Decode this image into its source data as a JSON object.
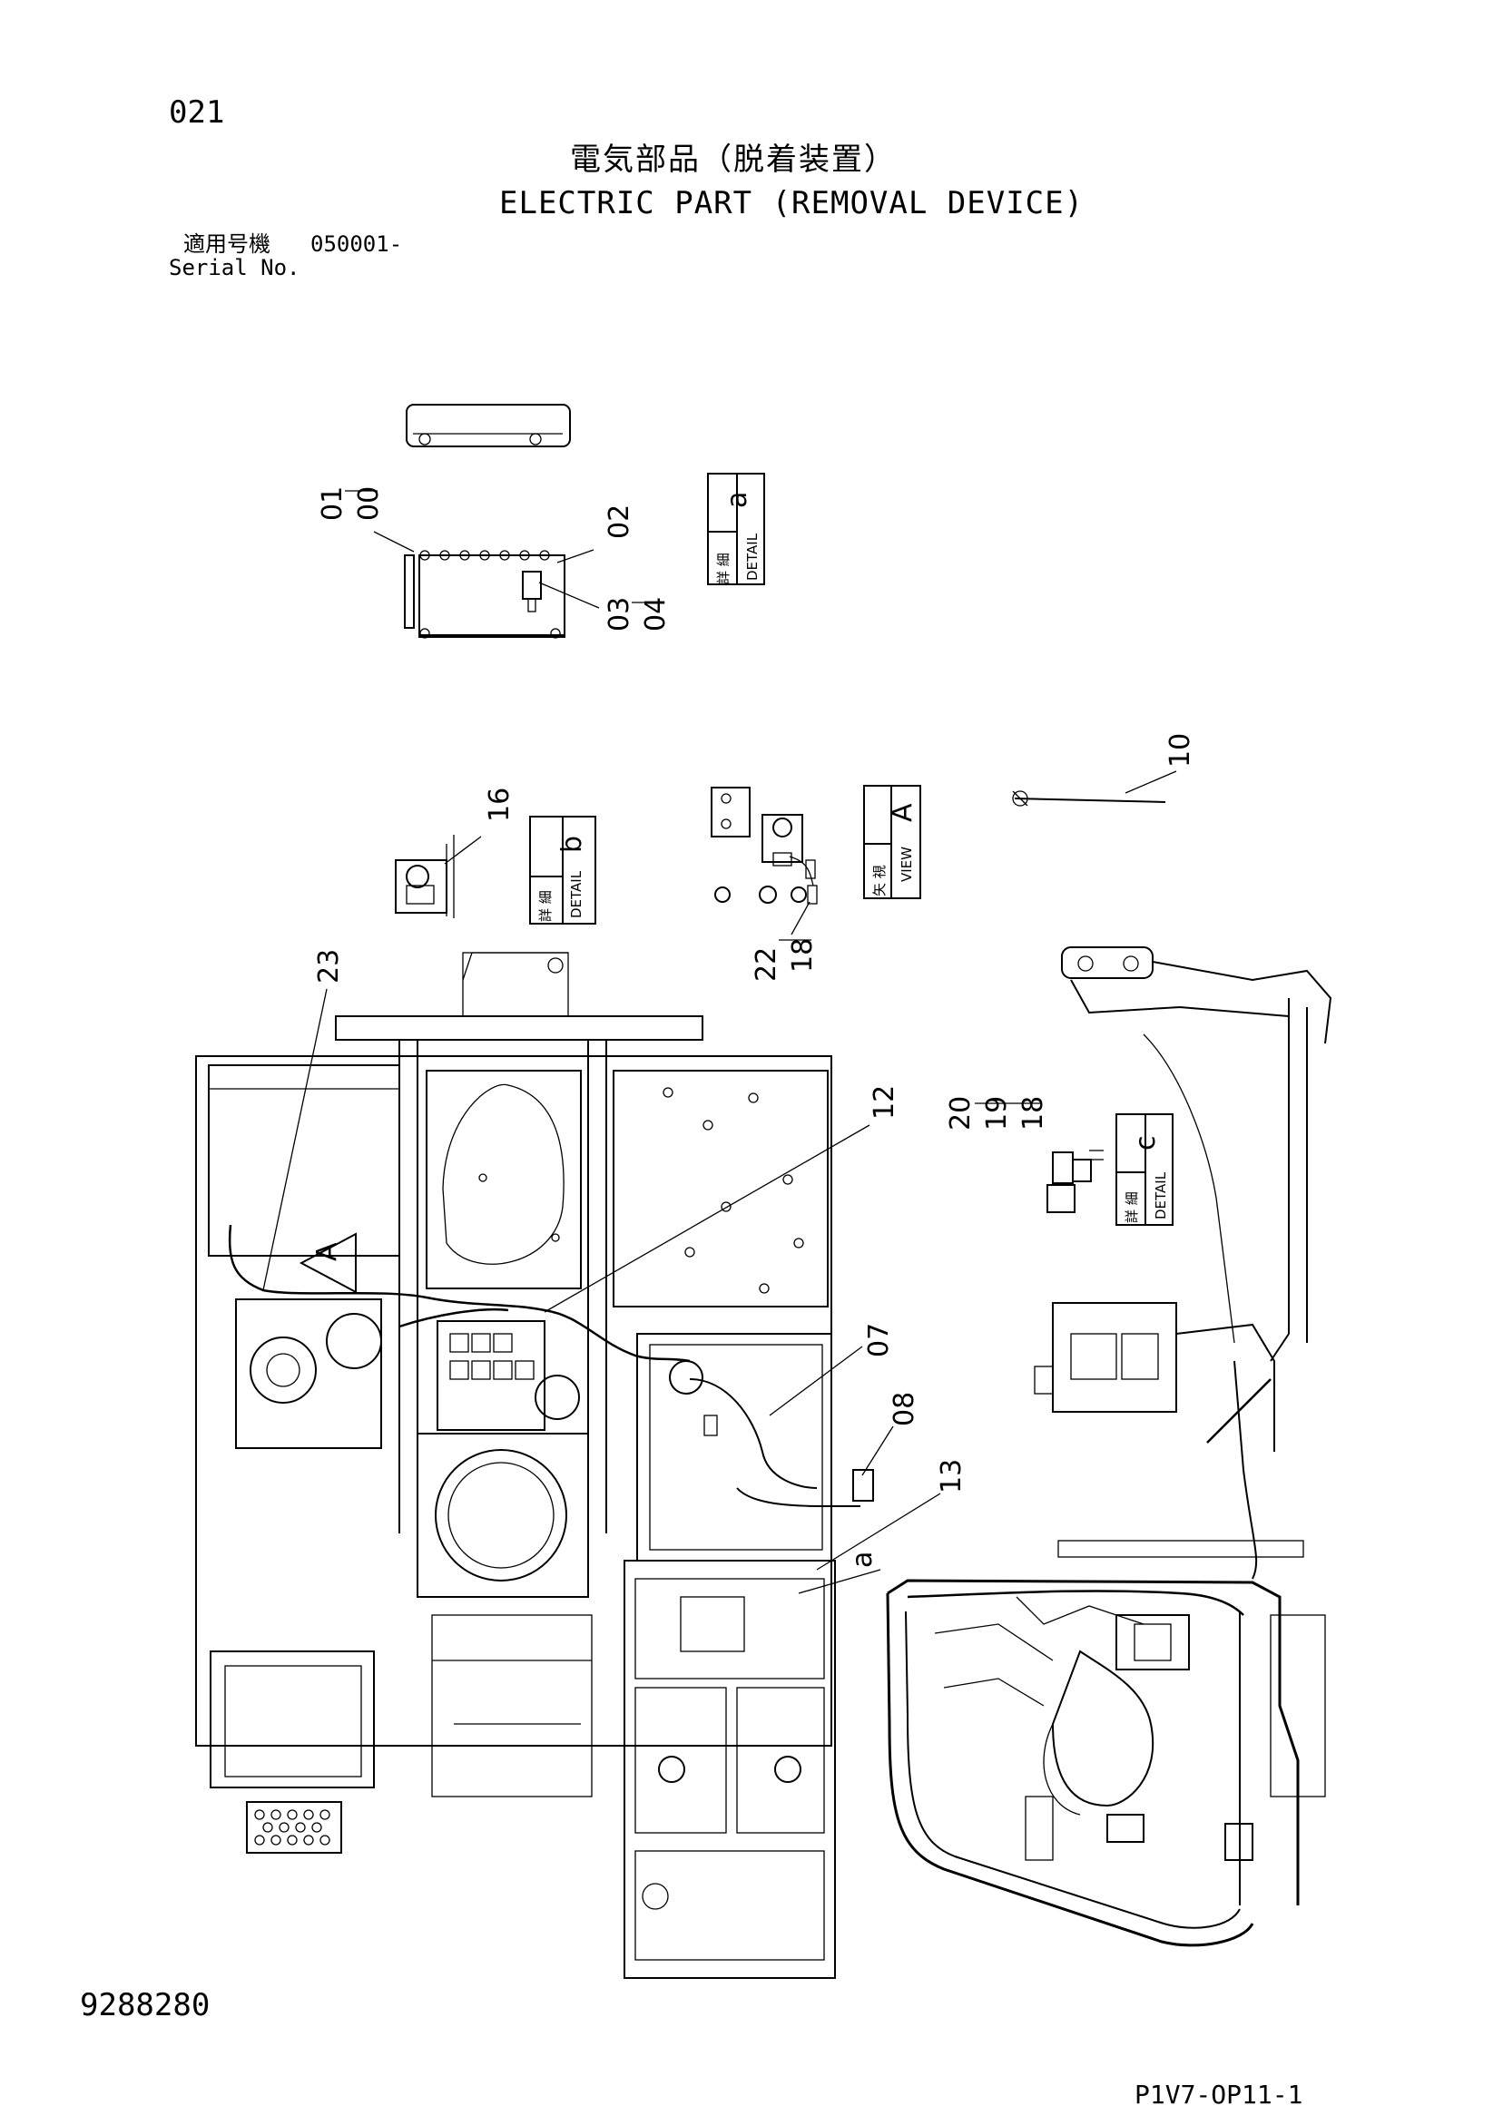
{
  "page_number": "021",
  "title_jp": "電気部品（脱着装置）",
  "title_en": "ELECTRIC PART (REMOVAL DEVICE)",
  "serial": {
    "label_jp": "適用号機",
    "value": "050001-",
    "label_en": "Serial No."
  },
  "callouts": {
    "c01": "01",
    "c00": "00",
    "c02": "02",
    "c03": "03",
    "c04": "04",
    "c10": "10",
    "c16": "16",
    "c22": "22",
    "c18": "18",
    "c23": "23",
    "c12": "12",
    "c20": "20",
    "c19": "19",
    "c18b": "18",
    "c07": "07",
    "c08": "08",
    "c13": "13",
    "ca": "a",
    "cA": "A"
  },
  "detail_boxes": {
    "a": {
      "jp": "詳 細",
      "en": "DETAIL",
      "letter": "a"
    },
    "b": {
      "jp": "詳 細",
      "en": "DETAIL",
      "letter": "b"
    },
    "c": {
      "jp": "詳 細",
      "en": "DETAIL",
      "letter": "c"
    },
    "view": {
      "jp": "矢 視",
      "en": "VIEW",
      "letter": "A"
    }
  },
  "doc_number": "9288280",
  "page_code": "P1V7-OP11-1"
}
